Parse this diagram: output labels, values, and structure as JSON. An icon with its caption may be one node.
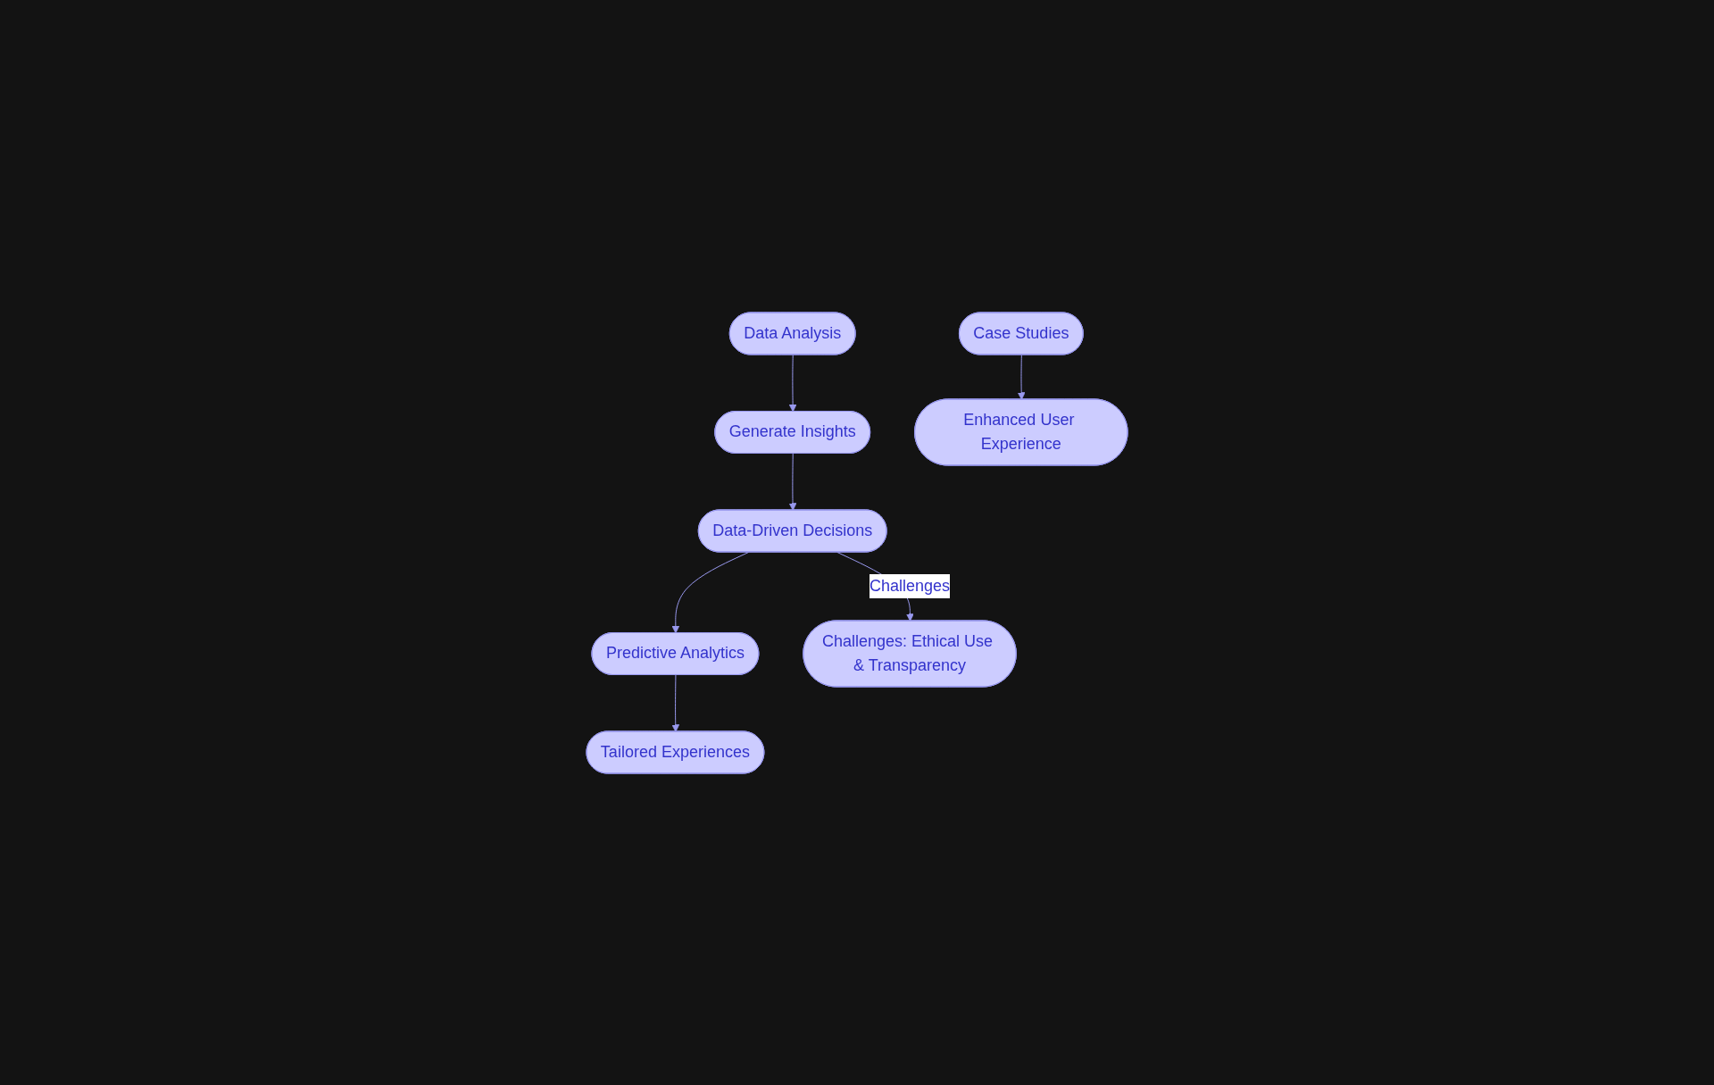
{
  "diagram": {
    "nodes": [
      {
        "text": [
          "Data Analysis"
        ]
      },
      {
        "text": [
          "Case Studies"
        ]
      },
      {
        "text": [
          "Generate Insights"
        ]
      },
      {
        "text": [
          "Enhanced User Experience"
        ]
      },
      {
        "text": [
          "Data-Driven Decisions"
        ]
      },
      {
        "text": [
          "Predictive Analytics"
        ]
      },
      {
        "text": [
          "Challenges: Ethical Use & Transparency"
        ]
      },
      {
        "text": [
          "Tailored Experiences"
        ]
      }
    ],
    "edges": [
      {
        "from": 0,
        "to": 2,
        "arrow": "to"
      },
      {
        "from": 2,
        "to": 4,
        "arrow": "to"
      },
      {
        "from": 4,
        "to": 5,
        "arrow": "to"
      },
      {
        "from": 4,
        "to": 6,
        "arrow": "to",
        "label": "Challenges"
      },
      {
        "from": 5,
        "to": 7,
        "arrow": "to"
      },
      {
        "from": 1,
        "to": 3,
        "arrow": "to"
      }
    ]
  }
}
